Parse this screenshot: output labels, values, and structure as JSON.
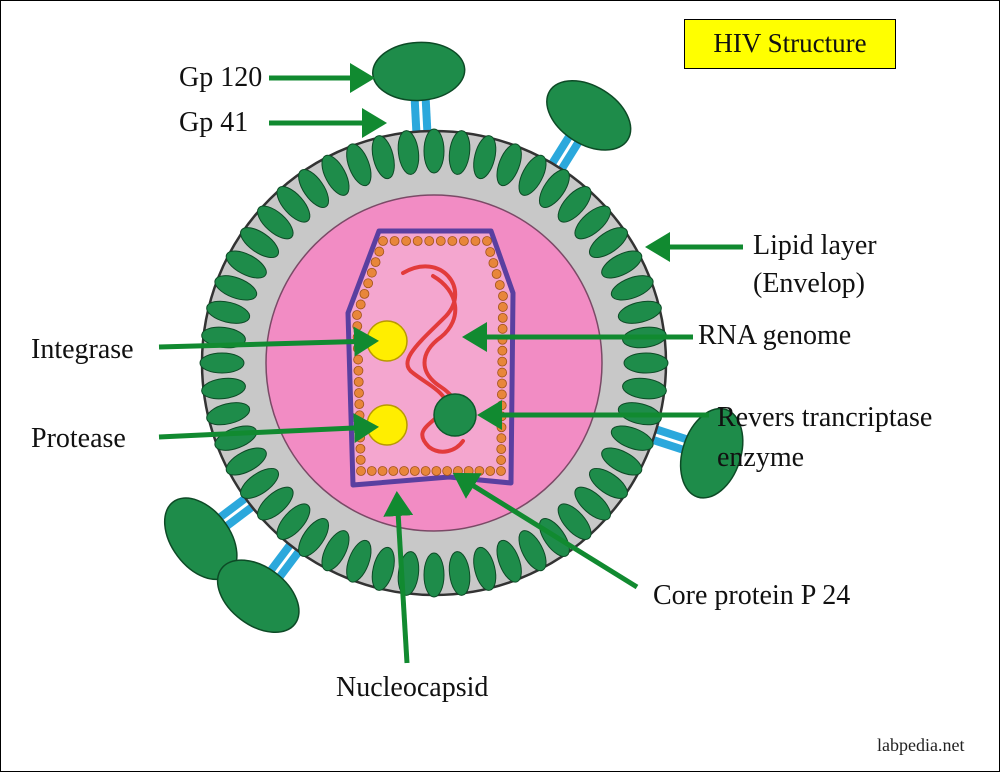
{
  "title": "HIV Structure",
  "labels": {
    "gp120": "Gp 120",
    "gp41": "Gp 41",
    "lipid_layer_line1": "Lipid layer",
    "lipid_layer_line2": "(Envelop)",
    "integrase": "Integrase",
    "rna_genome": "RNA genome",
    "protease": "Protease",
    "reverse_transcriptase_line1": "Revers trancriptase",
    "reverse_transcriptase_line2": "enzyme",
    "core_protein": "Core protein P 24",
    "nucleocapsid": "Nucleocapsid"
  },
  "watermark": "labpedia.net",
  "colors": {
    "envelope_protein": "#1e8c4a",
    "spike_stem": "#2ba8dc",
    "lipid_layer": "#c8c8c8",
    "matrix": "#f28cc4",
    "capsid_outline": "#5a3fa0",
    "capsid_fill": "#f4a6cf",
    "core_protein_dot": "#e8863a",
    "rna": "#e23b3b",
    "enzyme_yellow": "#ffee00",
    "arrow": "#118a30",
    "title_bg": "#ffff00"
  }
}
